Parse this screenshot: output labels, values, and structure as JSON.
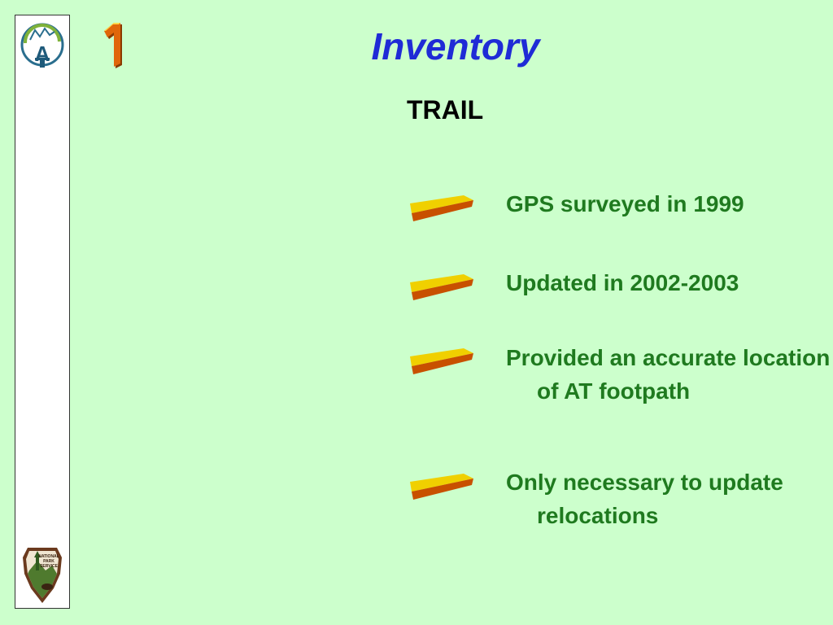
{
  "slide": {
    "title": "Inventory",
    "subtitle": "TRAIL",
    "slide_number_label": "1",
    "bullets": [
      "GPS surveyed in 1999",
      "Updated in 2002-2003",
      "Provided an accurate location of AT footpath",
      "Only necessary to update relocations"
    ]
  },
  "logos": {
    "nps": {
      "line1": "NATIONAL",
      "line2": "PARK",
      "line3": "SERVICE"
    }
  },
  "colors": {
    "background": "#ccffcc",
    "title": "#1f2bd6",
    "bullet_text": "#1f7a1f",
    "bullet_icon": "#c85000",
    "bullet_icon_highlight": "#f0d000"
  },
  "icons": {
    "at-logo": "appalachian-trail-logo",
    "nps-logo": "national-park-service-arrowhead",
    "slide-number": "number-one-3d",
    "bullet": "wedge-bullet"
  }
}
